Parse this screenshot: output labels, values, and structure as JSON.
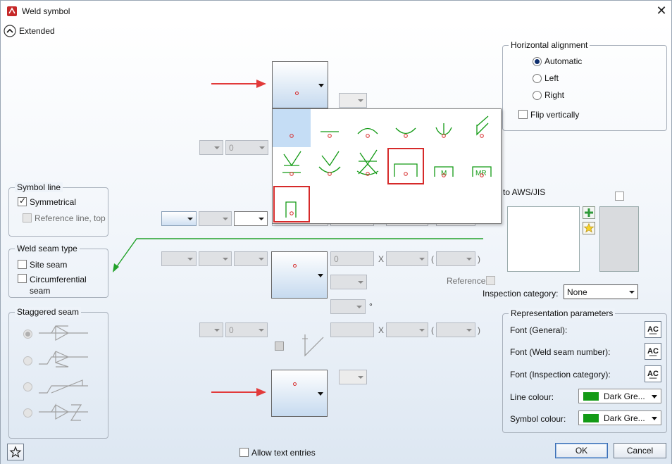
{
  "window": {
    "title": "Weld symbol",
    "close_glyph": "✕",
    "app_icon": "weld-app-icon"
  },
  "extended": {
    "label": "Extended"
  },
  "horizontal_alignment": {
    "title": "Horizontal alignment",
    "options": [
      "Automatic",
      "Left",
      "Right"
    ],
    "selected": "Automatic",
    "flip_label": "Flip vertically"
  },
  "symbol_line": {
    "title": "Symbol line",
    "symmetrical": "Symmetrical",
    "reference_top": "Reference line, top"
  },
  "weld_seam_type": {
    "title": "Weld seam type",
    "site_seam": "Site seam",
    "circumferential_seam": "Circumferential seam"
  },
  "staggered_seam": {
    "title": "Staggered seam"
  },
  "fields": {
    "zero": "0",
    "x_sep": "X",
    "paren_open": "(",
    "paren_close": ")",
    "degree": "°"
  },
  "symbol_popup": {
    "cell_labels": [
      "M",
      "MR"
    ]
  },
  "right_panel": {
    "aws_label": "to AWS/JIS",
    "reference_label": "Reference",
    "inspection_label": "Inspection category:",
    "inspection_value": "None"
  },
  "representation": {
    "title": "Representation parameters",
    "font_general": "Font (General):",
    "font_weld_number": "Font (Weld seam number):",
    "font_inspection": "Font (Inspection category):",
    "line_colour": "Line colour:",
    "symbol_colour": "Symbol colour:",
    "line_colour_value": "Dark Gre...",
    "symbol_colour_value": "Dark Gre...",
    "font_button_glyph": "A͟C"
  },
  "footer": {
    "allow_text": "Allow text entries",
    "ok": "OK",
    "cancel": "Cancel"
  },
  "colors": {
    "accent_red": "#d62a2a",
    "weld_green": "#139a15",
    "selection": "#c5ddf5"
  }
}
